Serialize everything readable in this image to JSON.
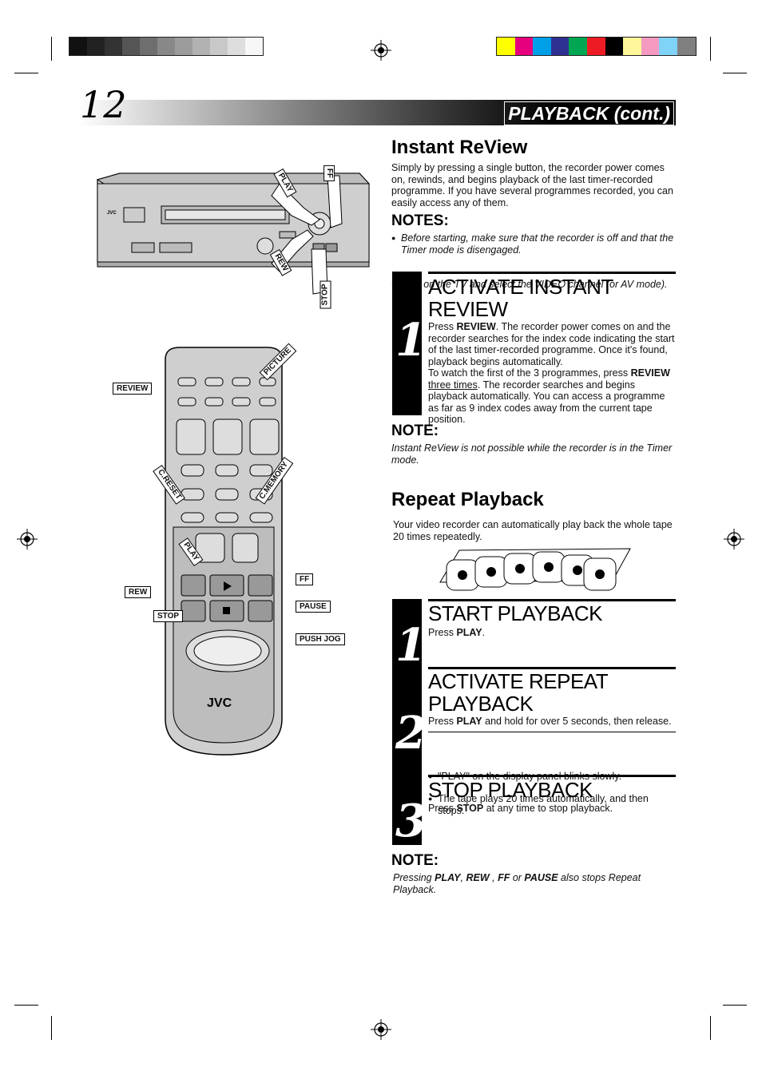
{
  "page_number": "12",
  "header_title": "PLAYBACK (cont.)",
  "colors": {
    "grays": [
      "#111111",
      "#222222",
      "#333333",
      "#555555",
      "#6e6e6e",
      "#888888",
      "#9c9c9c",
      "#b2b2b2",
      "#c8c8c8",
      "#dedede",
      "#f0f0f0"
    ],
    "swatches": [
      "#ffff00",
      "#e6007e",
      "#00a0e9",
      "#2e3192",
      "#00a651",
      "#ed1c24",
      "#000000",
      "#fff799",
      "#f49ac1",
      "#7fd3f7",
      "#808080"
    ]
  },
  "instant_review": {
    "heading": "Instant ReView",
    "intro": "Simply by pressing a single button, the recorder power comes on, rewinds, and begins playback of the last timer-recorded programme. If you have several programmes recorded, you can easily access any of them.",
    "notes_heading": "NOTES:",
    "notes": [
      "Before starting, make sure that the recorder is off and that the Timer mode is disengaged.",
      "Turn on the TV and select the VIDEO channel (or AV mode)."
    ],
    "step1": {
      "number": "1",
      "title_line1": "ACTIVATE INSTANT",
      "title_line2": "REVIEW",
      "t1": "Press ",
      "b1": "REVIEW",
      "t2": ". The recorder power comes on and the recorder searches for the index code indicating the start of the last timer-recorded programme. Once it's found, playback begins automatically.",
      "t3": "To watch the first of the 3 programmes, press ",
      "b2": "REVIEW",
      "u1": "three times",
      "t4": ". The recorder searches and begins playback automatically. You can access a programme as far as 9 index codes away from the current tape position."
    },
    "note_heading": "NOTE:",
    "note": "Instant ReView is not possible while the recorder is in the Timer mode."
  },
  "repeat_playback": {
    "heading": "Repeat Playback",
    "intro": "Your video recorder can automatically play back the whole tape 20 times repeatedly.",
    "steps": [
      {
        "number": "1",
        "title": "START PLAYBACK",
        "pre": "Press ",
        "bold": "PLAY",
        "post": "."
      },
      {
        "number": "2",
        "title_line1": "ACTIVATE REPEAT",
        "title_line2": "PLAYBACK",
        "pre": "Press ",
        "bold": "PLAY",
        "post": " and hold for over 5 seconds, then release.",
        "bullets": [
          "\"PLAY\" on the display panel blinks slowly.",
          "The tape plays 20 times automatically, and then stops."
        ]
      },
      {
        "number": "3",
        "title": "STOP PLAYBACK",
        "pre": "Press ",
        "bold": "STOP",
        "post": " at any time to stop playback."
      }
    ],
    "note_heading": "NOTE:",
    "note": {
      "p1": "Pressing ",
      "b1": "PLAY",
      "p2": ", ",
      "b2": "REW",
      "p3": " , ",
      "b3": "FF",
      "p4": " or ",
      "b4": "PAUSE",
      "p5": " also stops Repeat Playback."
    }
  },
  "vcr_labels": {
    "play": "PLAY",
    "ff": "FF",
    "rew": "REW",
    "stop": "STOP",
    "brand": "JVC"
  },
  "remote_labels": {
    "review": "REVIEW",
    "picture": "PICTURE",
    "c_reset": "C.RESET",
    "c_memory": "C.MEMORY",
    "play": "PLAY",
    "rew": "REW",
    "ff": "FF",
    "stop": "STOP",
    "pause": "PAUSE",
    "push_jog": "PUSH JOG",
    "brand": "JVC"
  }
}
